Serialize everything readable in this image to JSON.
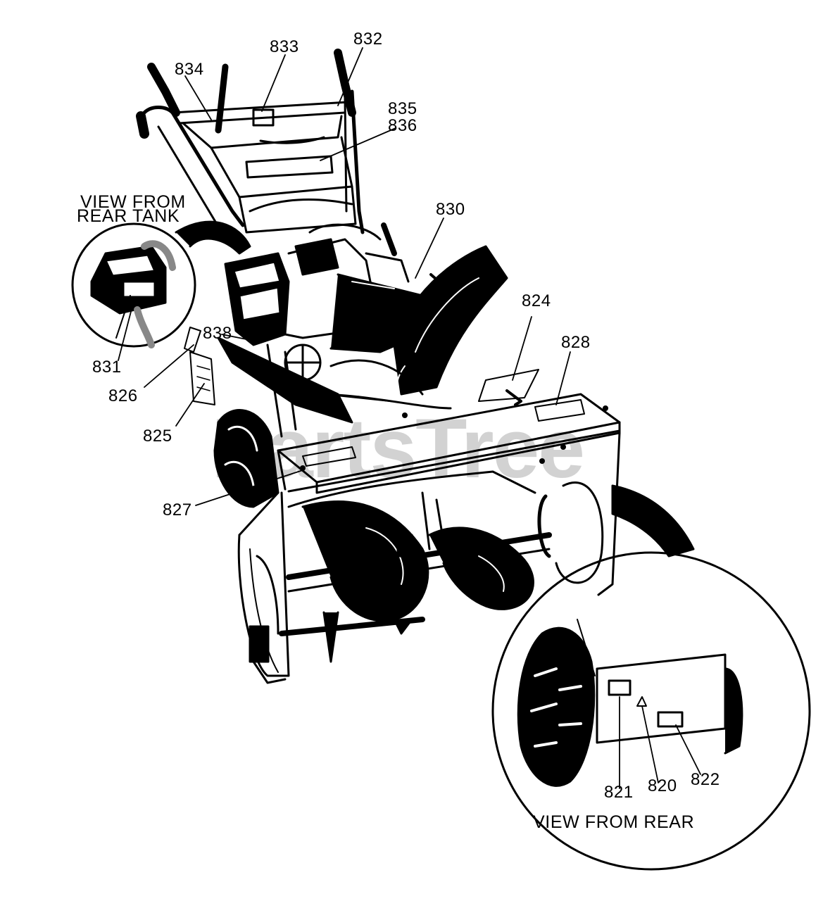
{
  "watermark": "PartsTree",
  "captions": {
    "rear_tank_line1": "VIEW FROM",
    "rear_tank_line2": "REAR TANK",
    "rear": "VIEW FROM REAR"
  },
  "callouts": {
    "p820": "820",
    "p821": "821",
    "p822": "822",
    "p824": "824",
    "p825": "825",
    "p826": "826",
    "p827": "827",
    "p828": "828",
    "p830": "830",
    "p831": "831",
    "p832": "832",
    "p833": "833",
    "p834": "834",
    "p835": "835",
    "p836": "836",
    "p838": "838"
  },
  "colors": {
    "ink": "#000000",
    "paper": "#ffffff",
    "watermark": "#d2d2d2"
  }
}
